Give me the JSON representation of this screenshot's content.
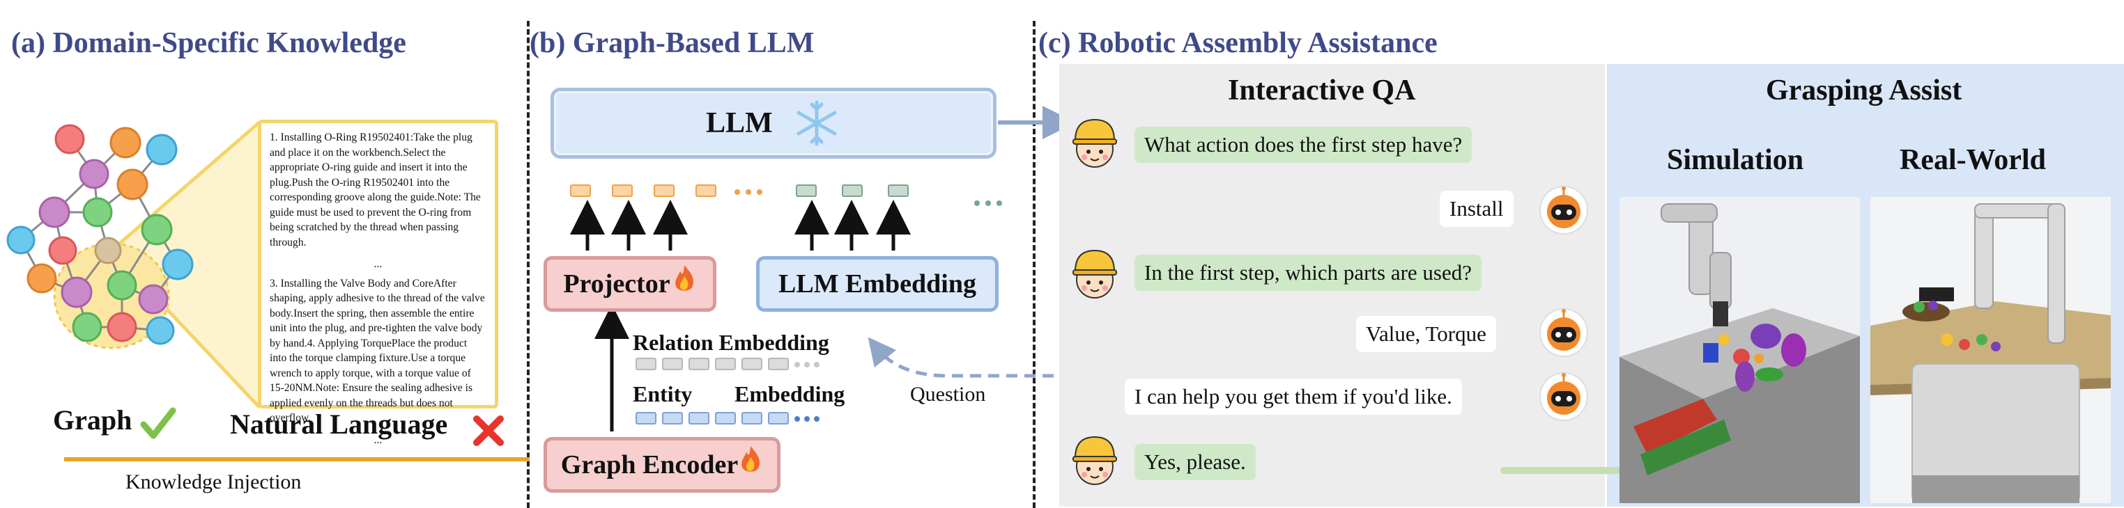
{
  "panel_a": {
    "title": "(a) Domain-Specific Knowledge",
    "doc_paragraph_1": "1. Installing O-Ring R19502401:Take the plug and place it on the workbench.Select the appropriate O-ring guide and insert it into the plug.Push the O-ring R19502401 into the corresponding groove along the guide.Note: The guide must be used to prevent the O-ring from being scratched by the thread when passing through.",
    "doc_ellipsis_1": "...",
    "doc_paragraph_2": "3. Installing the Valve Body and CoreAfter shaping, apply adhesive to the thread of the valve body.Insert the spring, then assemble the entire unit into the plug, and pre-tighten the valve body by hand.4. Applying TorquePlace the product into the torque clamping fixture.Use a torque wrench to apply torque, with a torque value of 15-20NM.Note: Ensure the sealing adhesive is applied evenly on the threads but does not overflow.",
    "doc_ellipsis_2": "...",
    "graph_label": "Graph",
    "natural_language_label": "Natural Language",
    "knowledge_injection_label": "Knowledge Injection",
    "check_icon": "check-icon",
    "cross_icon": "cross-icon"
  },
  "panel_b": {
    "title": "(b) Graph-Based LLM",
    "llm_label": "LLM",
    "projector_label": "Projector",
    "llm_embedding_label": "LLM Embedding",
    "graph_encoder_label": "Graph Encoder",
    "relation_embedding_label": "Relation Embedding",
    "entity_label": "Entity",
    "embedding_label": "Embedding",
    "question_label": "Question",
    "frozen_icon": "snowflake-icon",
    "trainable_icon": "fire-icon"
  },
  "panel_c": {
    "title": "(c) Robotic Assembly Assistance",
    "interactive_qa_title": "Interactive QA",
    "grasping_assist_title": "Grasping Assist",
    "simulation_label": "Simulation",
    "real_world_label": "Real-World",
    "messages": [
      {
        "role": "user",
        "text": "What action does the first step have?"
      },
      {
        "role": "robot",
        "text": "Install"
      },
      {
        "role": "user",
        "text": "In the first step, which parts are used?"
      },
      {
        "role": "robot",
        "text": "Value, Torque"
      },
      {
        "role": "robot",
        "text": "I can help you get them if you'd like."
      },
      {
        "role": "user",
        "text": "Yes, please."
      }
    ],
    "colors": {
      "title": "#3f4a8a",
      "qa_bg": "#ededed",
      "grasp_bg": "#d8e6f7",
      "user_bubble": "#cfe9c8"
    }
  }
}
